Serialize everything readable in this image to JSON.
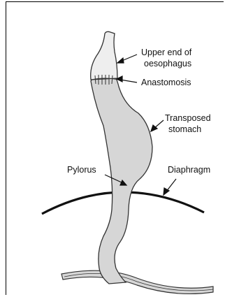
{
  "labels": {
    "upper_end_line1": "Upper end of",
    "upper_end_line2": "oesophagus",
    "anastomosis": "Anastomosis",
    "transposed_line1": "Transposed",
    "transposed_line2": "stomach",
    "pylorus": "Pylorus",
    "diaphragm": "Diaphragm"
  },
  "colors": {
    "oesophagus_fill": "#eeeeee",
    "stomach_fill": "#d6d6d6",
    "outline": "#333333",
    "diaphragm": "#111111"
  }
}
